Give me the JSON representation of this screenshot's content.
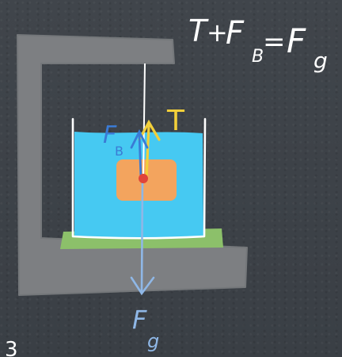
{
  "equation": {
    "t": "T",
    "plus": "+",
    "f_left": "F",
    "sub_b": "B",
    "equals": "=",
    "f_right": "F",
    "sub_g": "g"
  },
  "labels": {
    "buoyant_f": "F",
    "buoyant_sub": "B",
    "tension": "T",
    "gravity_f": "F",
    "gravity_sub": "g",
    "page_number": "3"
  },
  "colors": {
    "stand": "#7d7f82",
    "water": "#46c9f2",
    "block": "#f3a45e",
    "base": "#8cc06a",
    "string": "#ffffff",
    "tension": "#f2cf3a",
    "buoyant": "#3a7bd5",
    "gravity": "#8fb7e6",
    "dot": "#e0443a"
  }
}
